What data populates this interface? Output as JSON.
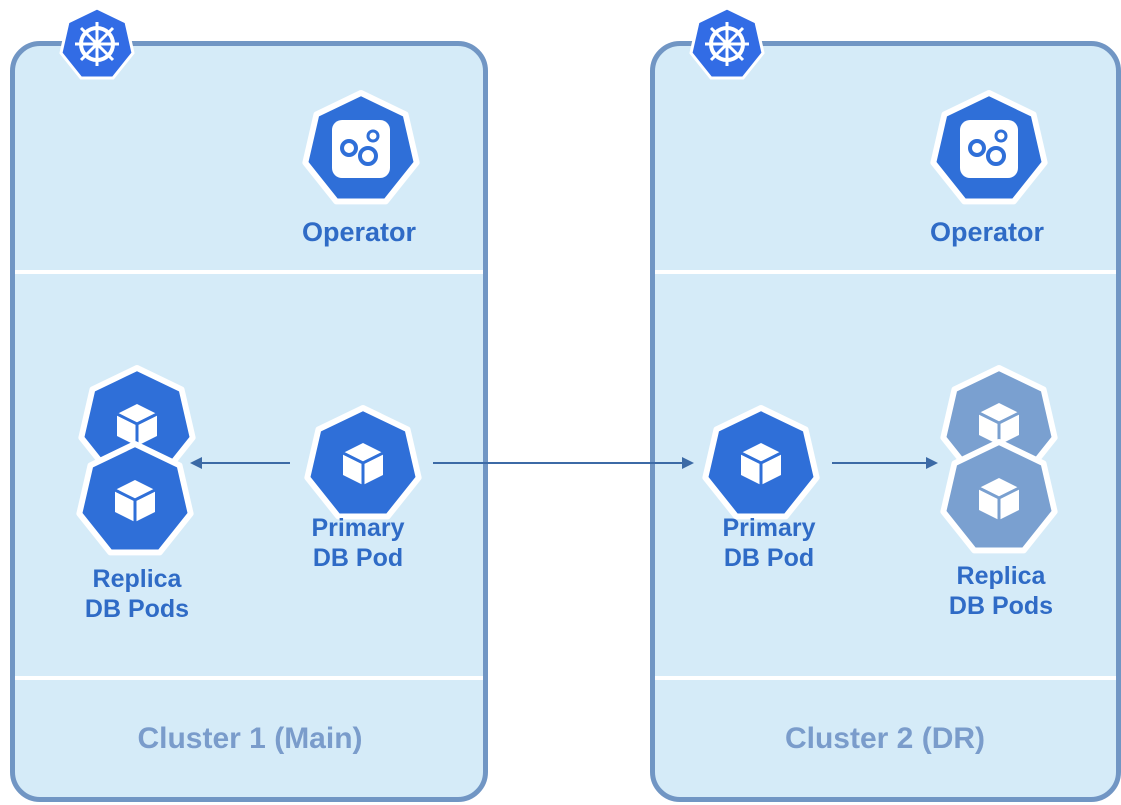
{
  "clusters": [
    {
      "operator_label": "Operator",
      "primary_label_line1": "Primary",
      "primary_label_line2": "DB Pod",
      "replica_label_line1": "Replica",
      "replica_label_line2": "DB Pods",
      "cluster_label": "Cluster 1 (Main)"
    },
    {
      "operator_label": "Operator",
      "primary_label_line1": "Primary",
      "primary_label_line2": "DB Pod",
      "replica_label_line1": "Replica",
      "replica_label_line2": "DB Pods",
      "cluster_label": "Cluster 2 (DR)"
    }
  ],
  "colors": {
    "cluster_bg": "#d5ebf8",
    "cluster_border": "#7196c4",
    "pod_active": "#2f6fd8",
    "pod_inactive": "#7aa0d0",
    "arrow": "#3c6aa6",
    "label": "#2f6bc6",
    "cluster_label": "#7a9ccb"
  },
  "icons": {
    "badge": "kubernetes-helm-icon",
    "operator": "gears-icon",
    "pod": "cube-icon"
  }
}
